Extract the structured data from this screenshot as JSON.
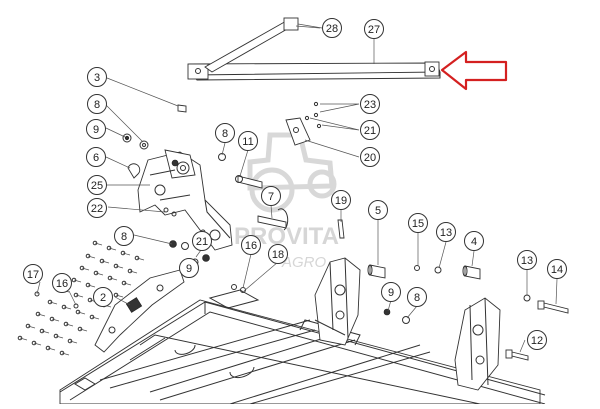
{
  "diagram": {
    "callouts": [
      "28",
      "27",
      "3",
      "8",
      "9",
      "6",
      "25",
      "22",
      "23",
      "21",
      "20",
      "11",
      "8",
      "7",
      "19",
      "5",
      "15",
      "13",
      "4",
      "13",
      "14",
      "8",
      "21",
      "16",
      "18",
      "9",
      "17",
      "16",
      "2",
      "9",
      "8",
      "12"
    ]
  },
  "watermark": {
    "text": "PROVITA",
    "subtext": "AGRO"
  },
  "colors": {
    "arrow": "#d42020",
    "lines": "#333333",
    "watermark": "#d6d6d6"
  }
}
